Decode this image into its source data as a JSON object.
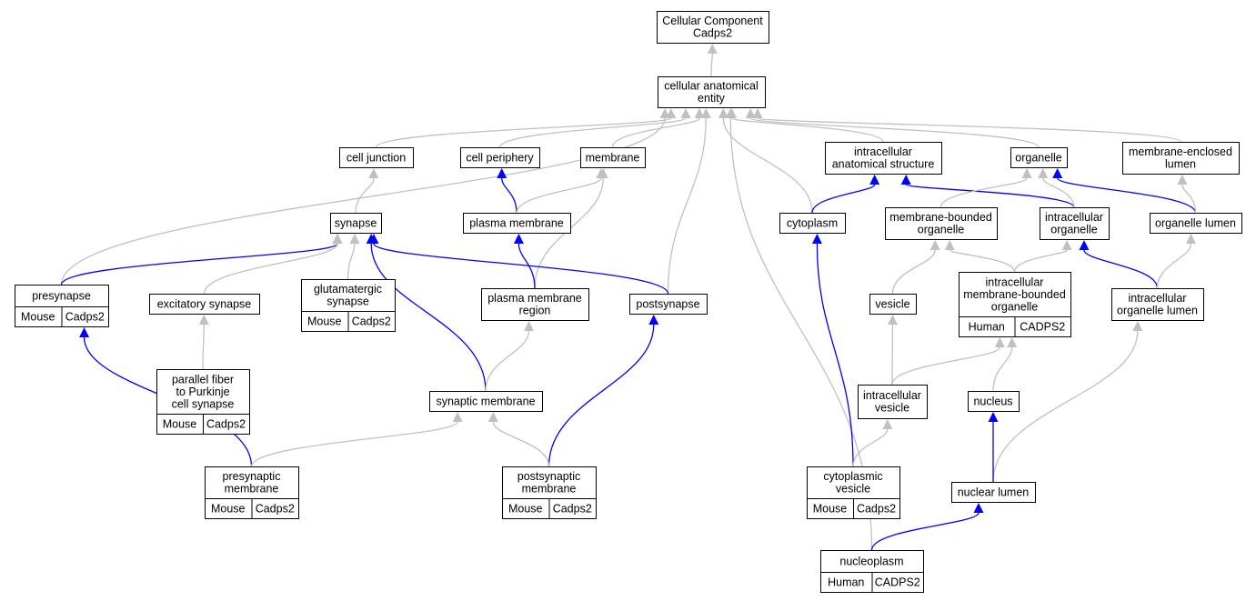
{
  "colors": {
    "generic_edge": "#c0c0c0",
    "specific_edge": "#0000ff",
    "mouse_badge": "#add8e6",
    "human_badge": "#f4644a"
  },
  "nodes": [
    {
      "id": "cc",
      "lines": [
        "Cellular Component",
        "Cadps2"
      ]
    },
    {
      "id": "cae",
      "lines": [
        "cellular anatomical",
        "entity"
      ]
    },
    {
      "id": "cell_junction",
      "lines": [
        "cell junction"
      ]
    },
    {
      "id": "cell_periphery",
      "lines": [
        "cell periphery"
      ]
    },
    {
      "id": "membrane",
      "lines": [
        "membrane"
      ]
    },
    {
      "id": "ias",
      "lines": [
        "intracellular",
        "anatomical structure"
      ]
    },
    {
      "id": "organelle",
      "lines": [
        "organelle"
      ]
    },
    {
      "id": "mel",
      "lines": [
        "membrane-enclosed",
        "lumen"
      ]
    },
    {
      "id": "synapse",
      "lines": [
        "synapse"
      ]
    },
    {
      "id": "plasma_membrane",
      "lines": [
        "plasma membrane"
      ]
    },
    {
      "id": "cytoplasm",
      "lines": [
        "cytoplasm"
      ]
    },
    {
      "id": "mbo",
      "lines": [
        "membrane-bounded",
        "organelle"
      ]
    },
    {
      "id": "io",
      "lines": [
        "intracellular",
        "organelle"
      ]
    },
    {
      "id": "ol",
      "lines": [
        "organelle lumen"
      ]
    },
    {
      "id": "presynapse",
      "lines": [
        "presynapse"
      ],
      "badge": [
        "Mouse",
        "Cadps2"
      ],
      "species": "mouse"
    },
    {
      "id": "excitatory",
      "lines": [
        "excitatory synapse"
      ]
    },
    {
      "id": "glutamatergic",
      "lines": [
        "glutamatergic",
        "synapse"
      ],
      "badge": [
        "Mouse",
        "Cadps2"
      ],
      "species": "mouse"
    },
    {
      "id": "pmr",
      "lines": [
        "plasma membrane",
        "region"
      ]
    },
    {
      "id": "postsynapse",
      "lines": [
        "postsynapse"
      ]
    },
    {
      "id": "vesicle",
      "lines": [
        "vesicle"
      ]
    },
    {
      "id": "imbo",
      "lines": [
        "intracellular",
        "membrane-bounded",
        "organelle"
      ],
      "badge": [
        "Human",
        "CADPS2"
      ],
      "species": "human"
    },
    {
      "id": "iol",
      "lines": [
        "intracellular",
        "organelle lumen"
      ]
    },
    {
      "id": "pfpc",
      "lines": [
        "parallel fiber",
        "to Purkinje",
        "cell synapse"
      ],
      "badge": [
        "Mouse",
        "Cadps2"
      ],
      "species": "mouse"
    },
    {
      "id": "synaptic_membrane",
      "lines": [
        "synaptic membrane"
      ]
    },
    {
      "id": "iv",
      "lines": [
        "intracellular",
        "vesicle"
      ]
    },
    {
      "id": "nucleus",
      "lines": [
        "nucleus"
      ]
    },
    {
      "id": "presyn_mem",
      "lines": [
        "presynaptic",
        "membrane"
      ],
      "badge": [
        "Mouse",
        "Cadps2"
      ],
      "species": "mouse"
    },
    {
      "id": "postsyn_mem",
      "lines": [
        "postsynaptic",
        "membrane"
      ],
      "badge": [
        "Mouse",
        "Cadps2"
      ],
      "species": "mouse"
    },
    {
      "id": "cyto_vesicle",
      "lines": [
        "cytoplasmic",
        "vesicle"
      ],
      "badge": [
        "Mouse",
        "Cadps2"
      ],
      "species": "mouse"
    },
    {
      "id": "nuclear_lumen",
      "lines": [
        "nuclear lumen"
      ]
    },
    {
      "id": "nucleoplasm",
      "lines": [
        "nucleoplasm"
      ],
      "badge": [
        "Human",
        "CADPS2"
      ],
      "species": "human"
    }
  ],
  "edges": [
    {
      "from": "cae",
      "to": "cc",
      "kind": "generic"
    },
    {
      "from": "cell_junction",
      "to": "cae",
      "kind": "generic"
    },
    {
      "from": "cell_periphery",
      "to": "cae",
      "kind": "generic"
    },
    {
      "from": "membrane",
      "to": "cae",
      "kind": "generic"
    },
    {
      "from": "ias",
      "to": "cae",
      "kind": "generic"
    },
    {
      "from": "organelle",
      "to": "cae",
      "kind": "generic"
    },
    {
      "from": "mel",
      "to": "cae",
      "kind": "generic"
    },
    {
      "from": "presynapse",
      "to": "cae",
      "kind": "generic"
    },
    {
      "from": "cytoplasm",
      "to": "cae",
      "kind": "generic"
    },
    {
      "from": "postsynapse",
      "to": "cae",
      "kind": "generic"
    },
    {
      "from": "nucleoplasm",
      "to": "cae",
      "kind": "generic"
    },
    {
      "from": "synapse",
      "to": "cell_junction",
      "kind": "generic"
    },
    {
      "from": "plasma_membrane",
      "to": "cell_periphery",
      "kind": "specific"
    },
    {
      "from": "plasma_membrane",
      "to": "membrane",
      "kind": "generic"
    },
    {
      "from": "pmr",
      "to": "membrane",
      "kind": "generic"
    },
    {
      "from": "cytoplasm",
      "to": "ias",
      "kind": "specific"
    },
    {
      "from": "io",
      "to": "ias",
      "kind": "specific"
    },
    {
      "from": "mbo",
      "to": "organelle",
      "kind": "generic"
    },
    {
      "from": "io",
      "to": "organelle",
      "kind": "generic"
    },
    {
      "from": "ol",
      "to": "organelle",
      "kind": "specific"
    },
    {
      "from": "ol",
      "to": "mel",
      "kind": "generic"
    },
    {
      "from": "presynapse",
      "to": "synapse",
      "kind": "specific"
    },
    {
      "from": "excitatory",
      "to": "synapse",
      "kind": "generic"
    },
    {
      "from": "glutamatergic",
      "to": "synapse",
      "kind": "generic"
    },
    {
      "from": "synaptic_membrane",
      "to": "synapse",
      "kind": "specific"
    },
    {
      "from": "postsynapse",
      "to": "synapse",
      "kind": "specific"
    },
    {
      "from": "pmr",
      "to": "plasma_membrane",
      "kind": "specific"
    },
    {
      "from": "cyto_vesicle",
      "to": "cytoplasm",
      "kind": "specific"
    },
    {
      "from": "vesicle",
      "to": "mbo",
      "kind": "generic"
    },
    {
      "from": "imbo",
      "to": "mbo",
      "kind": "generic"
    },
    {
      "from": "imbo",
      "to": "io",
      "kind": "generic"
    },
    {
      "from": "iol",
      "to": "io",
      "kind": "specific"
    },
    {
      "from": "iol",
      "to": "ol",
      "kind": "generic"
    },
    {
      "from": "pfpc",
      "to": "excitatory",
      "kind": "generic"
    },
    {
      "from": "synaptic_membrane",
      "to": "pmr",
      "kind": "generic"
    },
    {
      "from": "presyn_mem",
      "to": "presynapse",
      "kind": "specific"
    },
    {
      "from": "postsyn_mem",
      "to": "postsynapse",
      "kind": "specific"
    },
    {
      "from": "iv",
      "to": "vesicle",
      "kind": "generic"
    },
    {
      "from": "iv",
      "to": "imbo",
      "kind": "generic"
    },
    {
      "from": "nucleus",
      "to": "imbo",
      "kind": "generic"
    },
    {
      "from": "nuclear_lumen",
      "to": "iol",
      "kind": "generic"
    },
    {
      "from": "presyn_mem",
      "to": "synaptic_membrane",
      "kind": "generic"
    },
    {
      "from": "postsyn_mem",
      "to": "synaptic_membrane",
      "kind": "generic"
    },
    {
      "from": "cyto_vesicle",
      "to": "iv",
      "kind": "generic"
    },
    {
      "from": "nuclear_lumen",
      "to": "nucleus",
      "kind": "specific"
    },
    {
      "from": "nucleoplasm",
      "to": "nuclear_lumen",
      "kind": "specific"
    }
  ]
}
